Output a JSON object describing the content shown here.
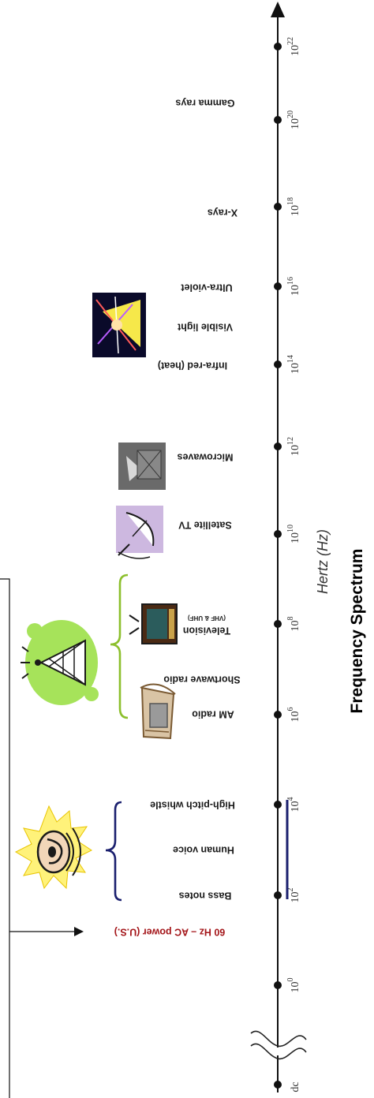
{
  "title": "Frequency Spectrum",
  "axis_unit": "Hertz (Hz)",
  "ticks": [
    {
      "base": "dc",
      "exp": ""
    },
    {
      "base": "10",
      "exp": "0"
    },
    {
      "base": "10",
      "exp": "2"
    },
    {
      "base": "10",
      "exp": "4"
    },
    {
      "base": "10",
      "exp": "6"
    },
    {
      "base": "10",
      "exp": "8"
    },
    {
      "base": "10",
      "exp": "10"
    },
    {
      "base": "10",
      "exp": "12"
    },
    {
      "base": "10",
      "exp": "14"
    },
    {
      "base": "10",
      "exp": "16"
    },
    {
      "base": "10",
      "exp": "18"
    },
    {
      "base": "10",
      "exp": "20"
    },
    {
      "base": "10",
      "exp": "22"
    }
  ],
  "ac_power": "60 Hz – AC power (U.S.)",
  "sound": {
    "bass": "Bass notes",
    "voice": "Human voice",
    "whistle": "High-pitch whistle"
  },
  "radio": {
    "am": "AM radio",
    "shortwave": "Shortwave radio",
    "television": "Television",
    "tv_bands": "(VHF & UHF)"
  },
  "satellite_tv": "Satellite TV",
  "microwaves": "Microwaves",
  "infrared": "Infra-red (heat)",
  "visible": "Visible light",
  "ultraviolet": "Ultra-violet",
  "xrays": "X-rays",
  "gamma": "Gamma rays",
  "colors": {
    "axis": "#111111",
    "ac_label": "#a4161a",
    "sound_brace": "#1a1f6e",
    "radio_brace": "#8cbf2c"
  },
  "icons": [
    "ear-icon",
    "radio-tower-icon",
    "am-radio-icon",
    "television-icon",
    "satellite-dish-icon",
    "microwave-tower-icon",
    "light-prism-icon"
  ]
}
